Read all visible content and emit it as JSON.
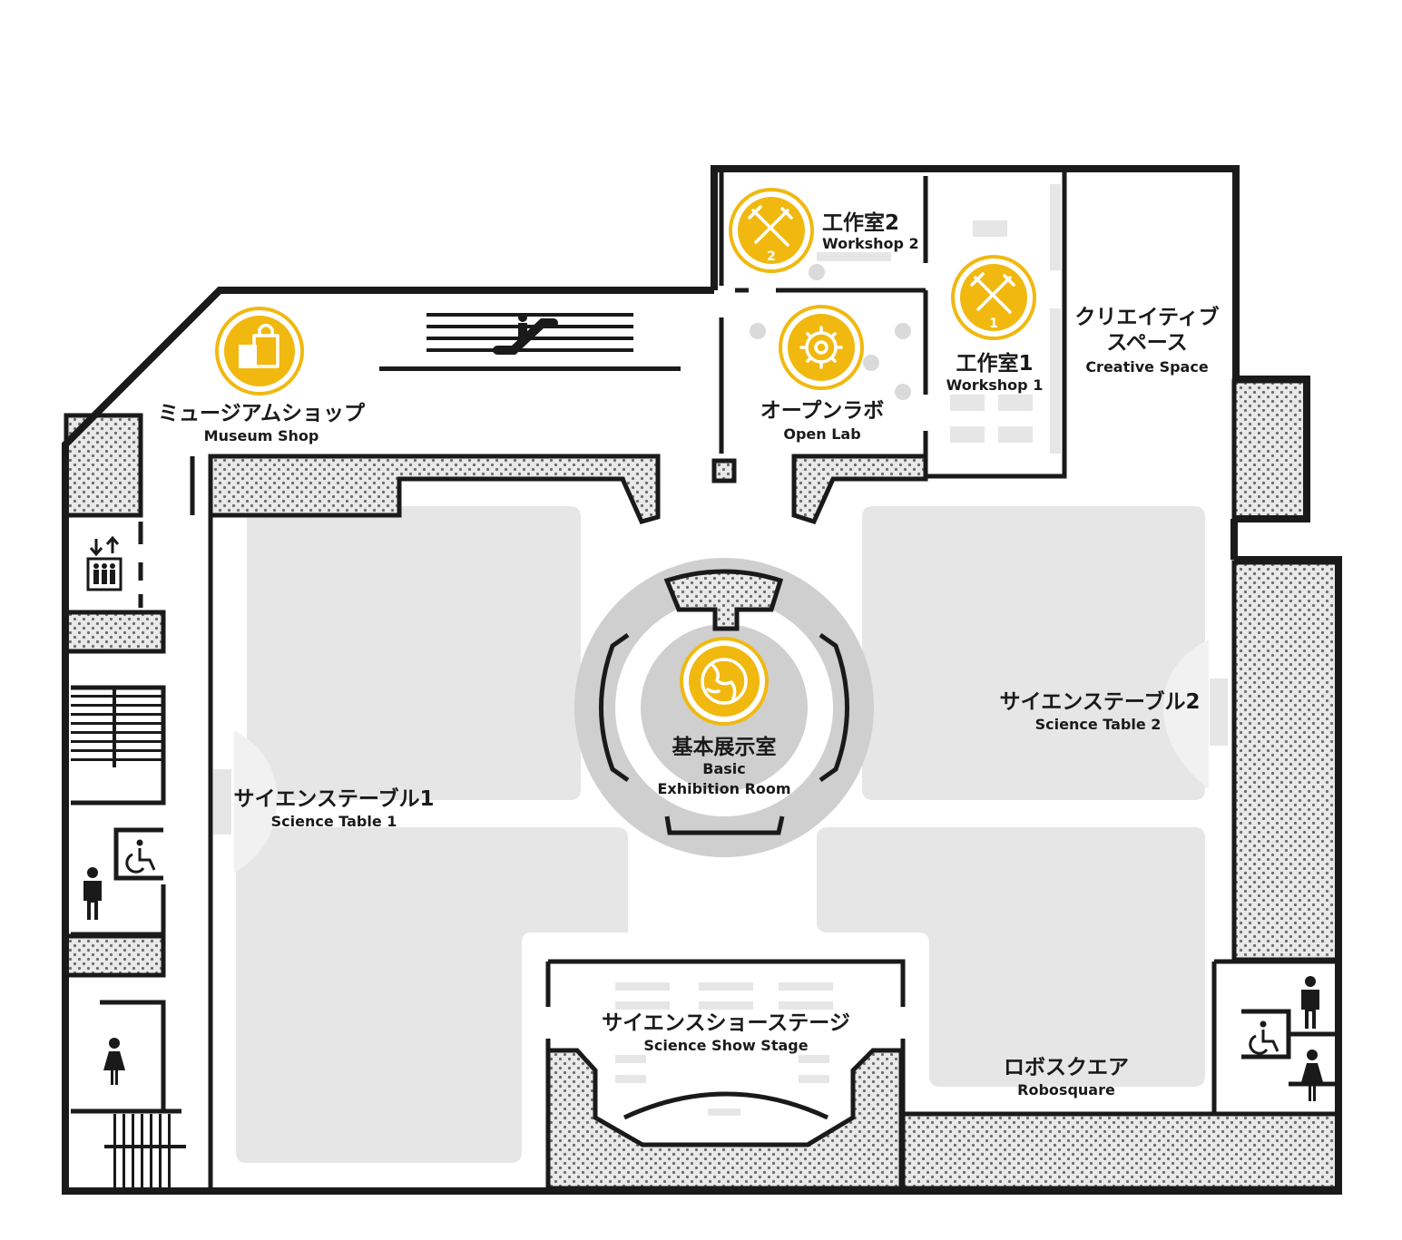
{
  "map": {
    "rooms": {
      "workshop2": {
        "jp": "工作室2",
        "en": "Workshop 2"
      },
      "workshop1": {
        "jp": "工作室1",
        "en": "Workshop 1"
      },
      "creative": {
        "jp1": "クリエイティブ",
        "jp2": "スペース",
        "en": "Creative Space"
      },
      "museumShop": {
        "jp": "ミュージアムショップ",
        "en": "Museum Shop"
      },
      "openLab": {
        "jp": "オープンラボ",
        "en": "Open Lab"
      },
      "basicExhibition": {
        "jp": "基本展示室",
        "en1": "Basic",
        "en2": "Exhibition Room"
      },
      "scienceTable1": {
        "jp": "サイエンステーブル1",
        "en": "Science Table 1"
      },
      "scienceTable2": {
        "jp": "サイエンステーブル2",
        "en": "Science Table 2"
      },
      "scienceShowStage": {
        "jp": "サイエンスショーステージ",
        "en": "Science Show Stage"
      },
      "robosquare": {
        "jp": "ロボスクエア",
        "en": "Robosquare"
      }
    },
    "icons": {
      "workshop2": "tools-icon",
      "workshop1": "tools-icon",
      "museumShop": "shopping-bag-icon",
      "openLab": "gear-icon",
      "basicExhibition": "globe-icon",
      "escalator": "escalator-icon",
      "elevator": "elevator-icon",
      "restroomMen": "men-restroom-icon",
      "restroomWomen": "women-restroom-icon",
      "accessible": "wheelchair-icon"
    },
    "colors": {
      "accent": "#f1b80f",
      "wall": "#1a1a1a",
      "zone": "#e6e6e6",
      "ring": "#cfcfcf",
      "background": "#ffffff"
    },
    "badges": {
      "workshop1": "1",
      "workshop2": "2"
    }
  }
}
